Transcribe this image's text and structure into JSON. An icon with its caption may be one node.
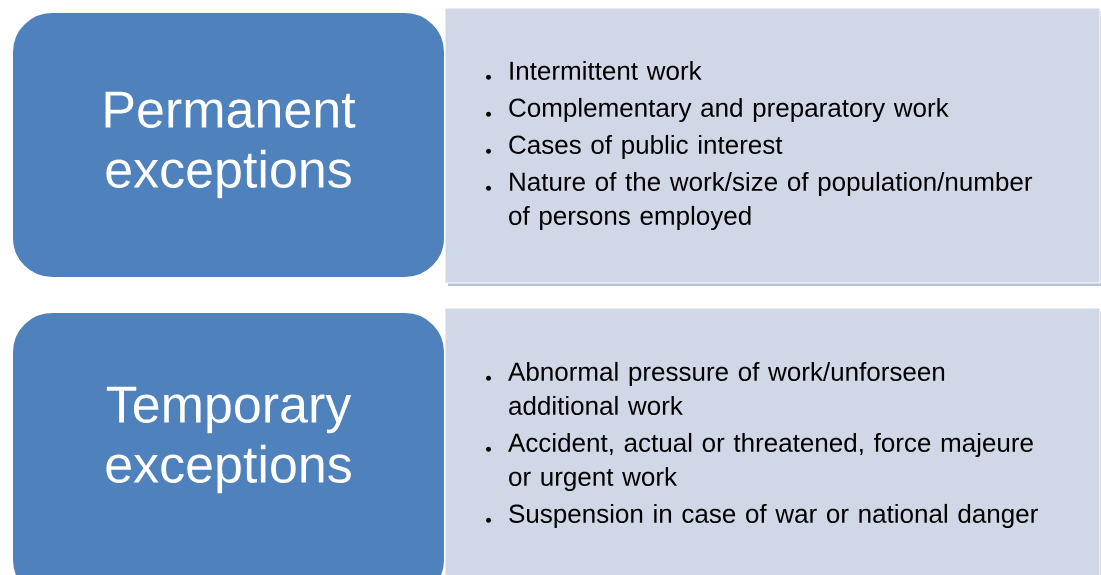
{
  "diagram": {
    "nodes": [
      {
        "text": [
          "Permanent exceptions"
        ]
      },
      {
        "text": [
          "Intermittent work",
          "Complementary and preparatory work",
          "Cases of public interest",
          "Nature of the work/size of population/number of persons employed"
        ]
      },
      {
        "text": [
          "Temporary exceptions"
        ]
      },
      {
        "text": [
          "Abnormal pressure of work/unforseen additional work",
          "Accident, actual or threatened, force majeure or urgent work",
          "Suspension in case of war or national danger"
        ]
      }
    ]
  }
}
